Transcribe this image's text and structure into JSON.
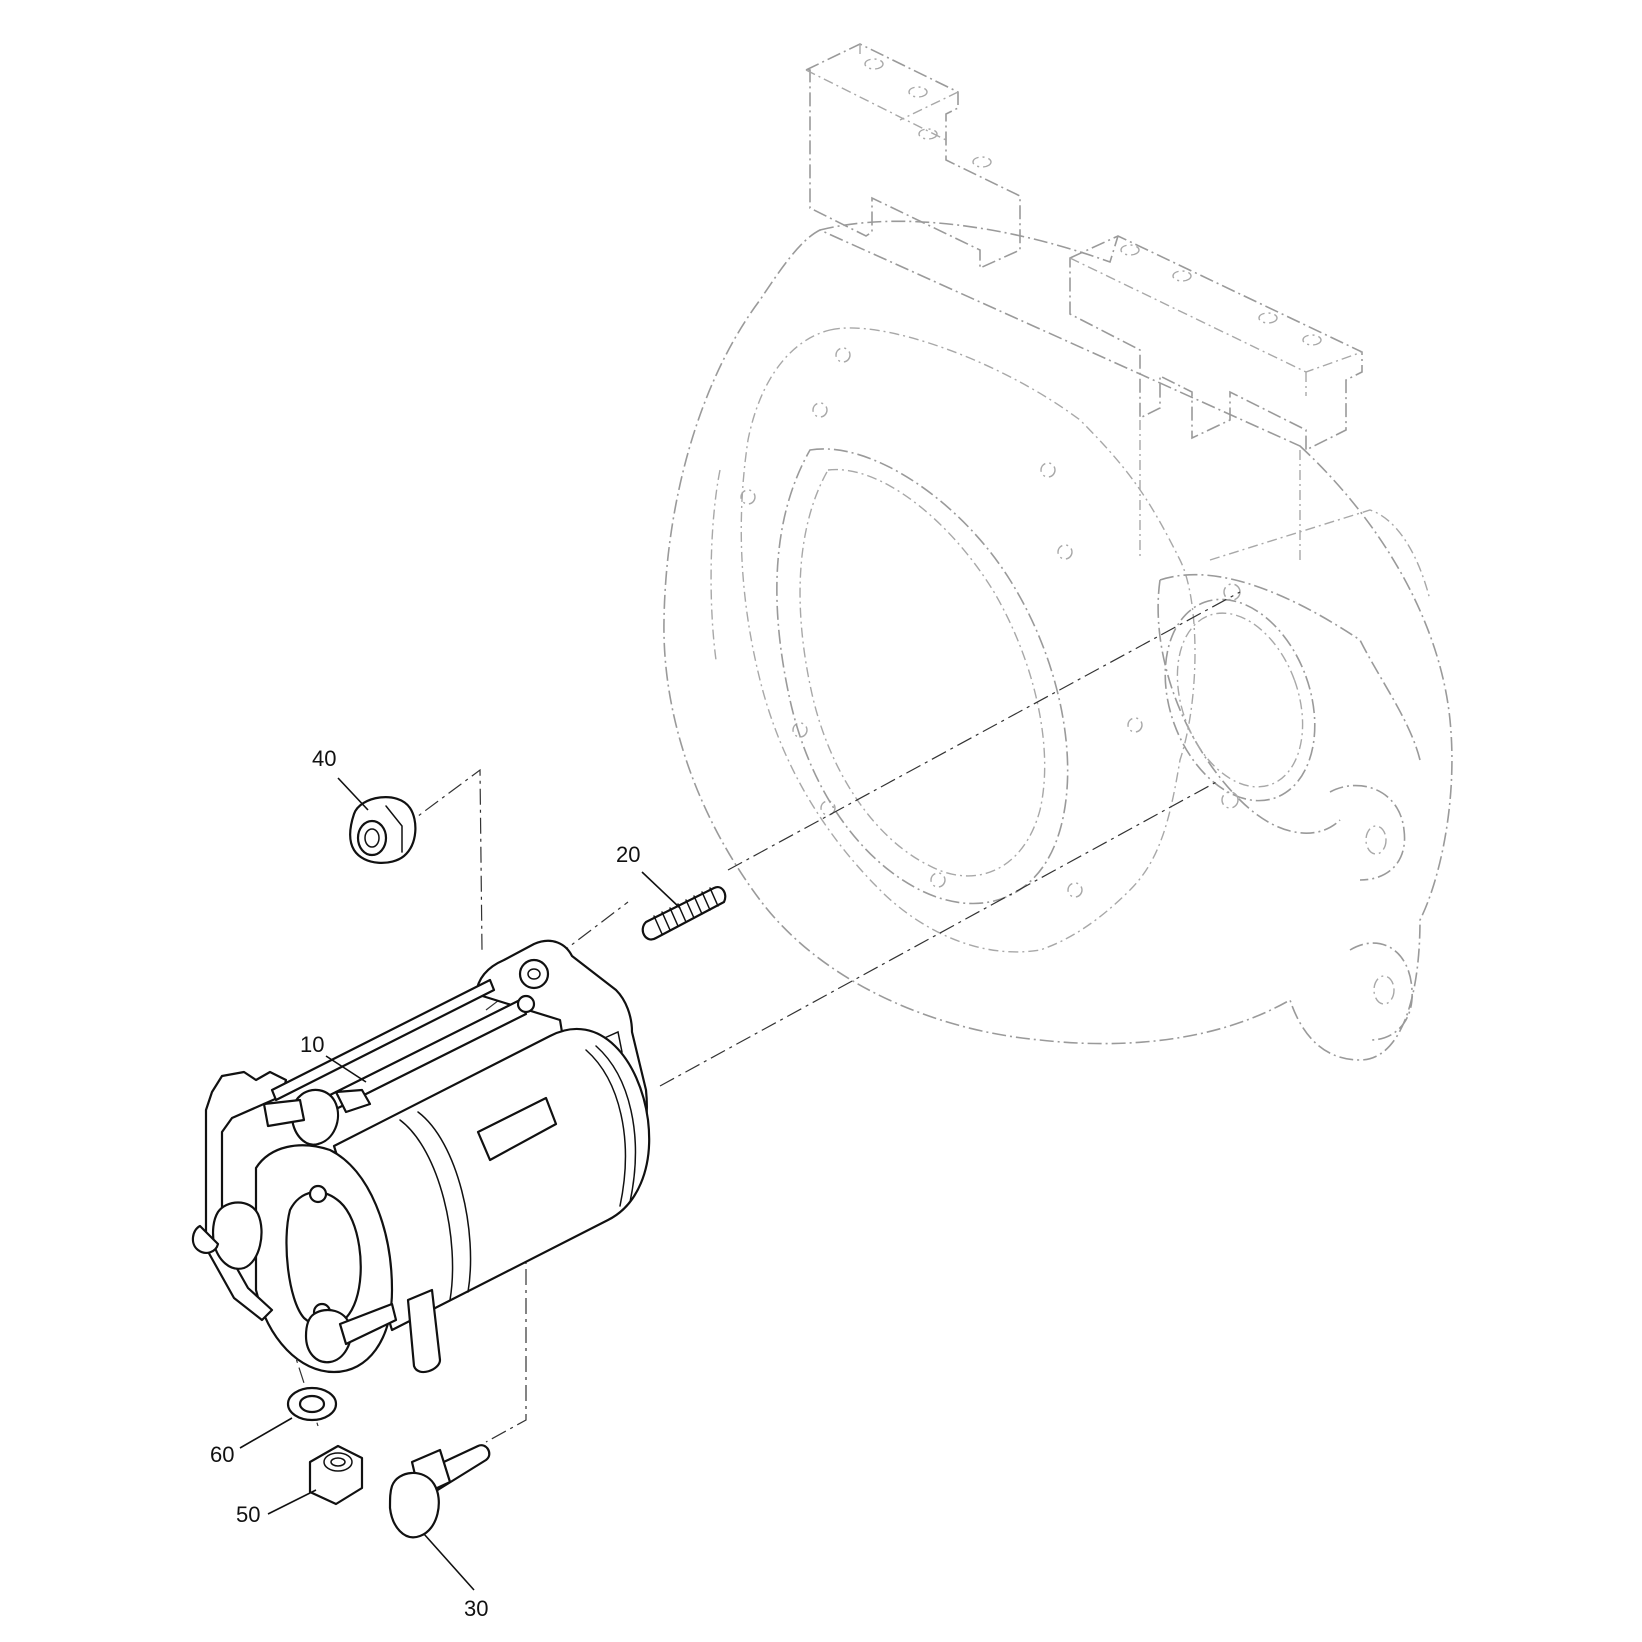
{
  "callouts": {
    "part_10": "10",
    "part_20": "20",
    "part_30": "30",
    "part_40": "40",
    "part_50": "50",
    "part_60": "60"
  }
}
